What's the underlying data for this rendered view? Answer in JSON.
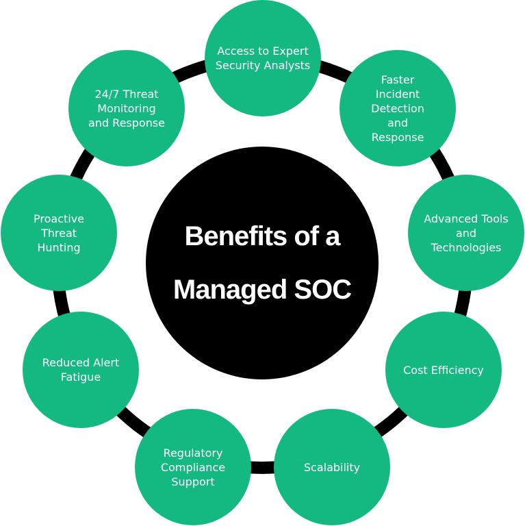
{
  "title": "Benefits of a Managed SOC",
  "colors": {
    "node": "#14b981",
    "center": "#000000",
    "ring": "#000000"
  },
  "benefits": [
    {
      "label": "Access to Expert Security Analysts"
    },
    {
      "label": "Faster Incident Detection and Response"
    },
    {
      "label": "Advanced Tools and Technologies"
    },
    {
      "label": "Cost Efficiency"
    },
    {
      "label": "Scalability"
    },
    {
      "label": "Regulatory Compliance Support"
    },
    {
      "label": "Reduced Alert Fatigue"
    },
    {
      "label": "Proactive Threat Hunting"
    },
    {
      "label": "24/7 Threat Monitoring and Response"
    }
  ]
}
